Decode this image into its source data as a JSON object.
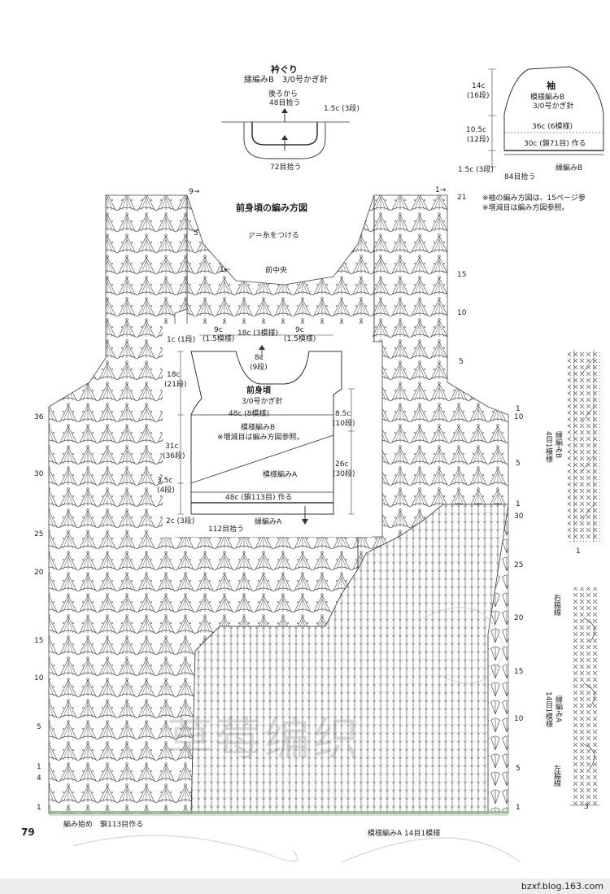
{
  "neck": {
    "title": "衿ぐり",
    "sub": "縁編みB　3/0号かぎ針",
    "back_pick1": "後ろから",
    "back_pick2": "48目拾う",
    "side_label": "1.5c (3段)",
    "bottom_pick": "72目拾う"
  },
  "sleeve": {
    "title": "袖",
    "sub1": "模様編みB",
    "sub2": "3/0号かぎ針",
    "h1": "14c",
    "h1b": "(16段)",
    "h2": "10.5c",
    "h2b": "(12段)",
    "h3": "1.5c (3段)",
    "w1": "36c (6模様)",
    "w2": "30c (鎖71目) 作る",
    "pick": "84目拾う",
    "edge": "縁編みB",
    "note1": "※袖の編み方図は、15ページ参",
    "note2": "※増減目は編み方図参照。"
  },
  "chart": {
    "title": "前身頃の編み方図",
    "legend": "＝糸をつける",
    "center": "前中央",
    "start": "編み始め　鎖113目作る",
    "pattern_a": "模様編みA 14目1模様",
    "top_left_mark": "9→",
    "top_right_mark": "1→",
    "mid_mark": "1←",
    "left_rows": [
      "5",
      "36",
      "30",
      "25",
      "20",
      "15",
      "10",
      "5",
      "1",
      "4",
      "1",
      "1"
    ],
    "right_rows": [
      "21",
      "15",
      "10",
      "5",
      "1",
      "10",
      "5",
      "1",
      "30",
      "25",
      "20",
      "15",
      "10",
      "5",
      "1"
    ]
  },
  "inset": {
    "title": "前身頃",
    "hook": "3/0号かぎ針",
    "w_top1": "9c",
    "w_top1b": "(1.5模様)",
    "w_top2": "18c (3模様)",
    "w_top3": "9c",
    "w_top3b": "(1.5模様)",
    "neck_depth": "8c",
    "neck_depth_b": "(9段)",
    "shoulder": "1c (1段)",
    "armhole": "18c",
    "armhole_b": "(21段)",
    "body": "31c",
    "body_b": "(36段)",
    "hem": "3.5c",
    "hem_b": "(4段)",
    "hem2": "2c (3段)",
    "right1": "8.5c",
    "right1b": "(10段)",
    "right2": "26c",
    "right2b": "(30段)",
    "width_mid": "48c (8模様)",
    "pattern_b": "模様編みB",
    "note": "※増減目は編み方図参照。",
    "pattern_a": "模様編みA",
    "width_bottom": "48c (鎖113目) 作る",
    "edge_a": "縁編みA",
    "pick_bottom": "112目拾う"
  },
  "swatches": {
    "edge_b": "縁編みB",
    "edge_b_sub": "4目1模様",
    "right_side": "右脇線",
    "edge_a": "縁編みA",
    "edge_a_sub": "14目1模様",
    "left_side": "左脇線",
    "mark1": "1",
    "mark3": "3"
  },
  "page": {
    "number": "79",
    "url": "bzxf.blog.163.com",
    "watermark": "草莓编织"
  }
}
